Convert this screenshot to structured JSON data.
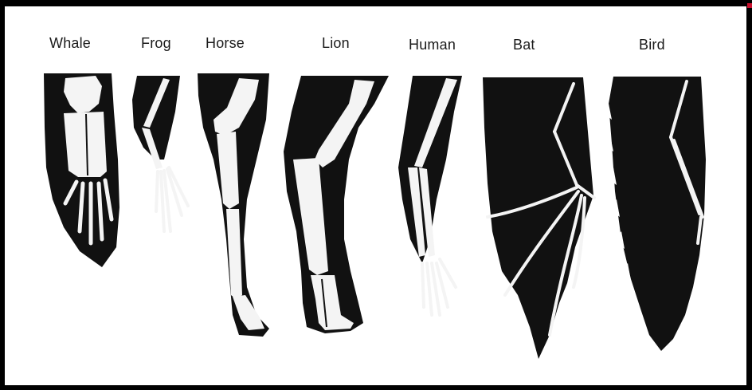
{
  "limbs": [
    {
      "id": "whale",
      "label": "Whale"
    },
    {
      "id": "frog",
      "label": "Frog"
    },
    {
      "id": "horse",
      "label": "Horse"
    },
    {
      "id": "lion",
      "label": "Lion"
    },
    {
      "id": "human",
      "label": "Human"
    },
    {
      "id": "bat",
      "label": "Bat"
    },
    {
      "id": "bird",
      "label": "Bird"
    }
  ],
  "colors": {
    "silhouette": "#111111",
    "bone": "#f4f4f4",
    "background": "#ffffff",
    "frame": "#000000"
  }
}
